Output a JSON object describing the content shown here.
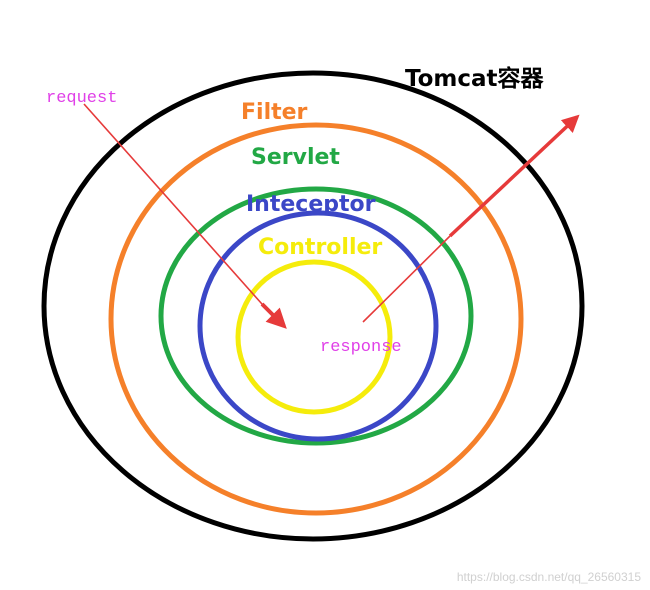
{
  "layers": [
    {
      "key": "tomcat",
      "label": "Tomcat容器",
      "color": "#000000"
    },
    {
      "key": "filter",
      "label": "Filter",
      "color": "#f5802a"
    },
    {
      "key": "servlet",
      "label": "Servlet",
      "color": "#22a845"
    },
    {
      "key": "interceptor",
      "label": "Inteceptor",
      "color": "#3b47c7"
    },
    {
      "key": "controller",
      "label": "Controller",
      "color": "#f5ec0b"
    }
  ],
  "flow": {
    "request_label": "request",
    "response_label": "response",
    "text_color": "#e040e8",
    "arrow_color": "#e63a3a"
  },
  "watermark": {
    "text": "https://blog.csdn.net/qq_26560315",
    "color": "#d0d0d0"
  }
}
